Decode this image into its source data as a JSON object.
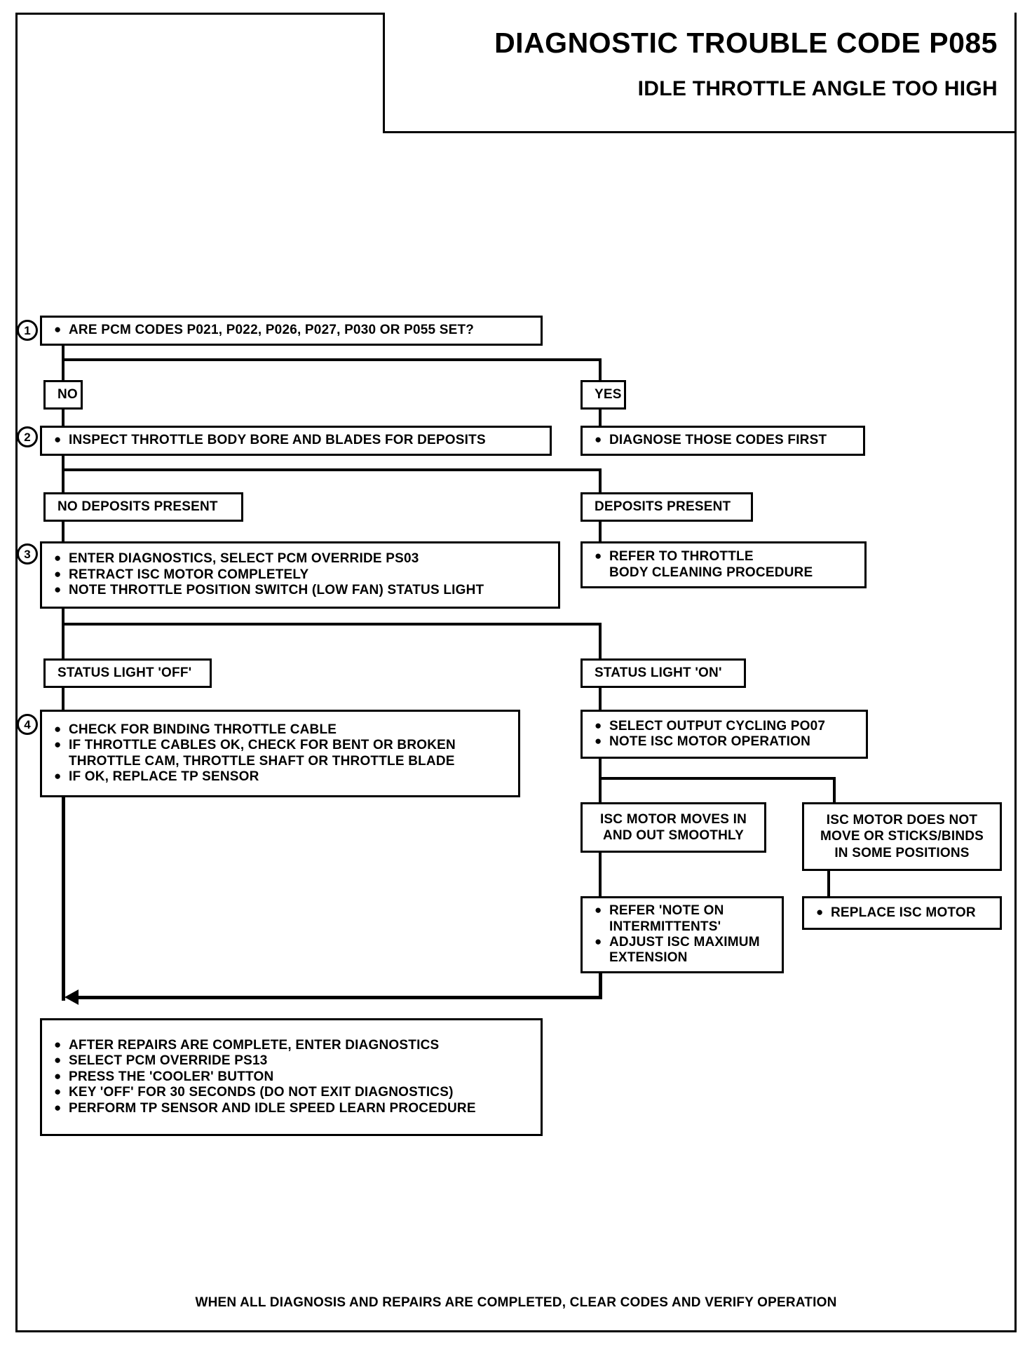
{
  "title": {
    "main": "DIAGNOSTIC TROUBLE CODE P085",
    "sub": "IDLE THROTTLE ANGLE TOO HIGH"
  },
  "steps": {
    "one": "1",
    "two": "2",
    "three": "3",
    "four": "4"
  },
  "nodes": {
    "q1": {
      "bullets": [
        "ARE PCM CODES P021, P022, P026, P027, P030 OR P055 SET?"
      ]
    },
    "branch_no": {
      "label": "NO"
    },
    "branch_yes": {
      "label": "YES"
    },
    "diagnose_codes": {
      "bullets": [
        "DIAGNOSE THOSE CODES FIRST"
      ]
    },
    "q2": {
      "bullets": [
        "INSPECT THROTTLE BODY BORE AND BLADES FOR DEPOSITS"
      ]
    },
    "no_deposits": {
      "label": "NO DEPOSITS PRESENT"
    },
    "deposits": {
      "label": "DEPOSITS PRESENT"
    },
    "throttle_body_cleaning": {
      "bullets": [
        "REFER TO THROTTLE\nBODY CLEANING PROCEDURE"
      ]
    },
    "q3": {
      "bullets": [
        "ENTER DIAGNOSTICS, SELECT PCM OVERRIDE PS03",
        "RETRACT ISC MOTOR COMPLETELY",
        "NOTE THROTTLE POSITION SWITCH (LOW FAN) STATUS LIGHT"
      ]
    },
    "status_off": {
      "label": "STATUS LIGHT 'OFF'"
    },
    "status_on": {
      "label": "STATUS LIGHT 'ON'"
    },
    "q4": {
      "bullets": [
        "CHECK FOR BINDING THROTTLE CABLE",
        "IF THROTTLE CABLES OK, CHECK FOR BENT OR BROKEN\nTHROTTLE CAM, THROTTLE SHAFT OR THROTTLE BLADE",
        "IF OK, REPLACE TP SENSOR"
      ]
    },
    "output_cycling": {
      "bullets": [
        "SELECT OUTPUT CYCLING PO07",
        "NOTE ISC MOTOR OPERATION"
      ]
    },
    "isc_smooth": {
      "label": "ISC MOTOR MOVES IN\nAND OUT SMOOTHLY"
    },
    "isc_sticks": {
      "label": "ISC MOTOR DOES NOT\nMOVE OR STICKS/BINDS\nIN SOME POSITIONS"
    },
    "intermittents": {
      "bullets": [
        "REFER 'NOTE ON\nINTERMITTENTS'",
        "ADJUST ISC MAXIMUM\nEXTENSION"
      ]
    },
    "replace_isc": {
      "bullets": [
        "REPLACE ISC MOTOR"
      ]
    },
    "final": {
      "bullets": [
        "AFTER REPAIRS ARE COMPLETE, ENTER DIAGNOSTICS",
        "SELECT PCM OVERRIDE PS13",
        "PRESS THE 'COOLER' BUTTON",
        "KEY 'OFF' FOR 30 SECONDS (DO NOT EXIT DIAGNOSTICS)",
        "PERFORM TP SENSOR AND IDLE SPEED LEARN PROCEDURE"
      ]
    }
  },
  "footer": {
    "note": "WHEN ALL DIAGNOSIS AND REPAIRS ARE COMPLETED, CLEAR CODES AND VERIFY OPERATION"
  },
  "bullet_glyph": "●"
}
